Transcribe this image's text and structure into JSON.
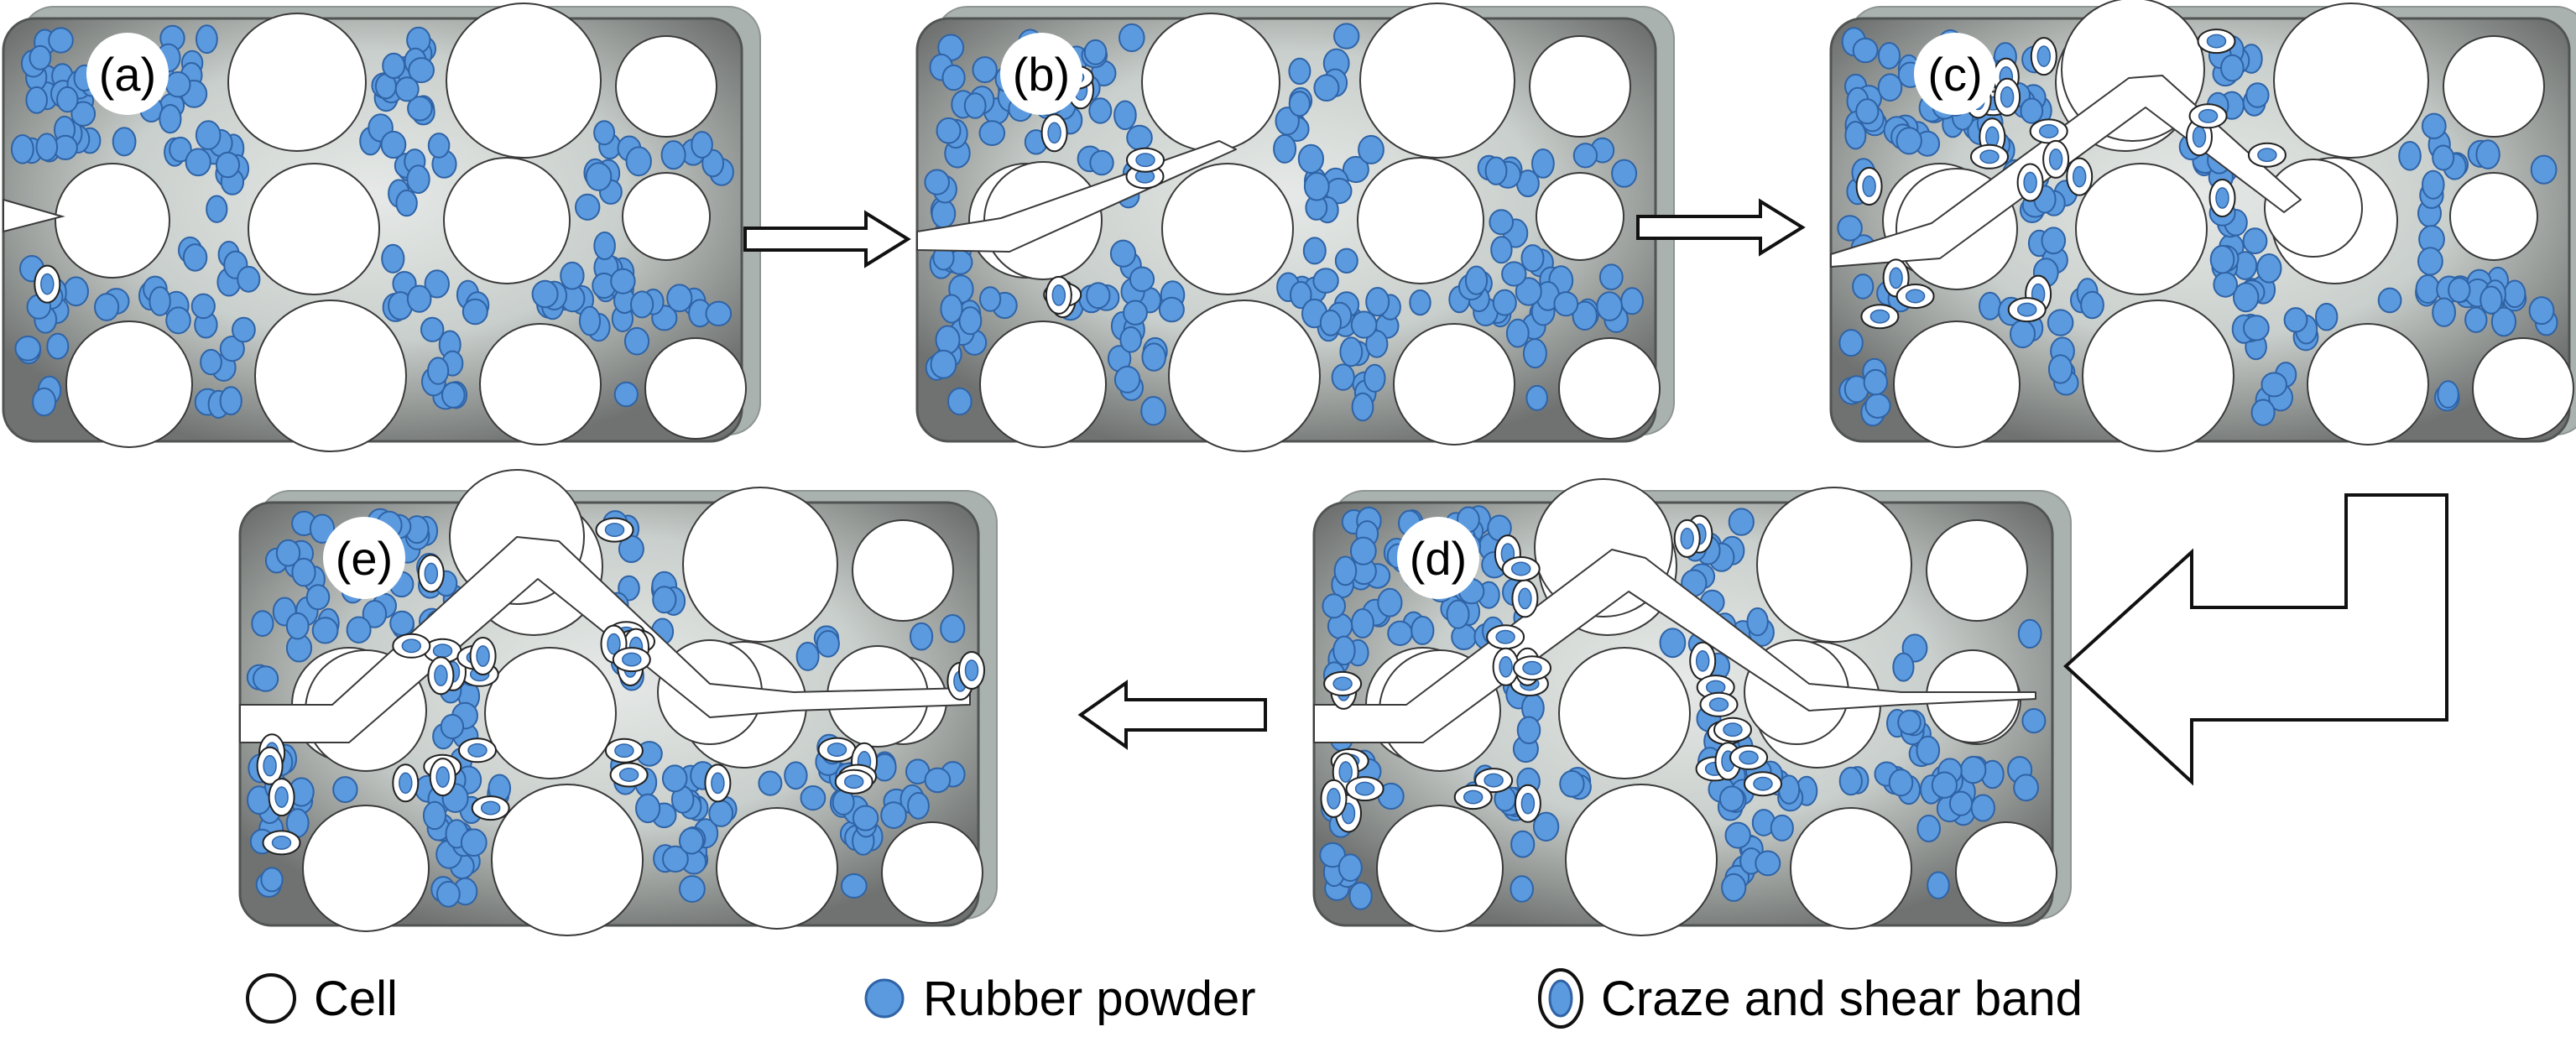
{
  "colors": {
    "cell_fill": "#ffffff",
    "cell_stroke": "#3a3a3a",
    "rubber_fill": "#5b9ade",
    "rubber_stroke": "#2f63a6",
    "craze_ring": "#ffffff",
    "craze_ring_stroke": "#222222",
    "panel_gradient_dark": "#6e6e6e",
    "panel_gradient_light": "#dfe3e1",
    "panel_shadow": "#aab2b0",
    "arrow_stroke": "#111111"
  },
  "panels": [
    {
      "id": "a",
      "label": "(a)",
      "stage": 0
    },
    {
      "id": "b",
      "label": "(b)",
      "stage": 1
    },
    {
      "id": "c",
      "label": "(c)",
      "stage": 2
    },
    {
      "id": "d",
      "label": "(d)",
      "stage": 3
    },
    {
      "id": "e",
      "label": "(e)",
      "stage": 4
    }
  ],
  "arrows": [
    {
      "from": "a",
      "to": "b",
      "direction": "right"
    },
    {
      "from": "b",
      "to": "c",
      "direction": "right"
    },
    {
      "from": "c",
      "to": "d",
      "direction": "down-then-left"
    },
    {
      "from": "d",
      "to": "e",
      "direction": "left"
    }
  ],
  "legend": {
    "cell": {
      "label": "Cell",
      "icon": "open-circle-icon"
    },
    "rubber": {
      "label": "Rubber powder",
      "icon": "filled-blue-circle-icon"
    },
    "craze": {
      "label": "Craze and shear band",
      "icon": "ringed-particle-icon"
    }
  }
}
